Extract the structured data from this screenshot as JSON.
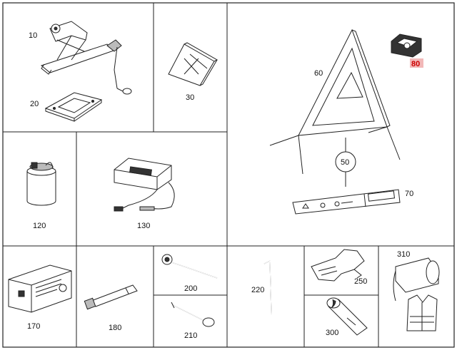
{
  "parts": {
    "p10": "10",
    "p20": "20",
    "p30": "30",
    "p60": "60",
    "p80": "80",
    "p50": "50",
    "p70": "70",
    "p120": "120",
    "p130": "130",
    "p170": "170",
    "p180": "180",
    "p200": "200",
    "p210": "210",
    "p220": "220",
    "p250": "250",
    "p300": "300",
    "p310": "310"
  },
  "colors": {
    "highlight": "#cc0000",
    "line": "#222222"
  }
}
